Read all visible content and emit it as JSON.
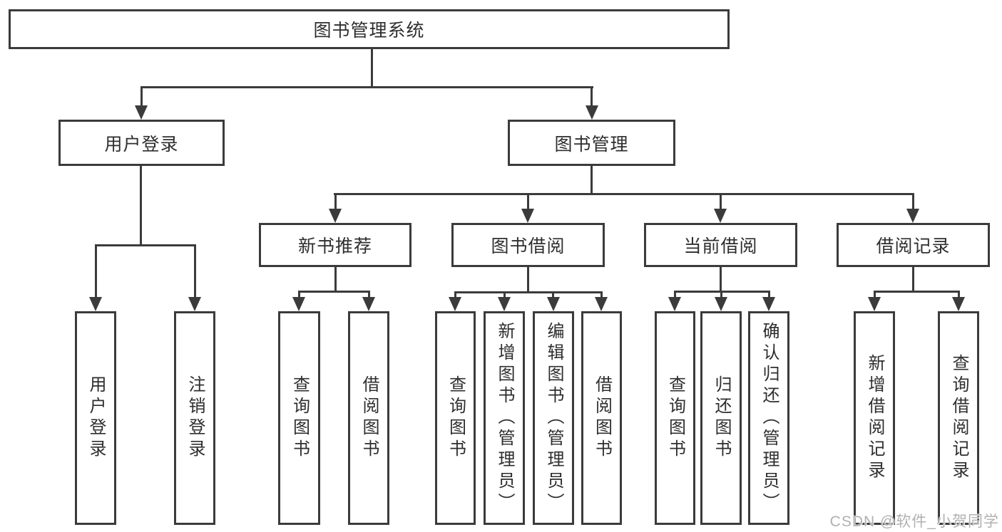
{
  "nodes": {
    "root": "图书管理系统",
    "level2": {
      "user_login": "用户登录",
      "book_mgmt": "图书管理"
    },
    "level3": {
      "new_rec": "新书推荐",
      "borrow": "图书借阅",
      "current": "当前借阅",
      "records": "借阅记录"
    },
    "leaves": {
      "user_login_1": "用户登录",
      "user_login_2": "注销登录",
      "new_rec_1": "查询图书",
      "new_rec_2": "借阅图书",
      "borrow_1": "查询图书",
      "borrow_2": "新增图书（管理员）",
      "borrow_3": "编辑图书（管理员）",
      "borrow_4": "借阅图书",
      "current_1": "查询图书",
      "current_2": "归还图书",
      "current_3": "确认归还（管理员）",
      "records_1": "新增借阅记录",
      "records_2": "查询借阅记录"
    }
  },
  "watermark": "CSDN @软件_小贺同学",
  "colors": {
    "line": "#3b3b3b",
    "text": "#2e2e2e",
    "watermark": "#b1b1b1",
    "background": "#ffffff"
  }
}
